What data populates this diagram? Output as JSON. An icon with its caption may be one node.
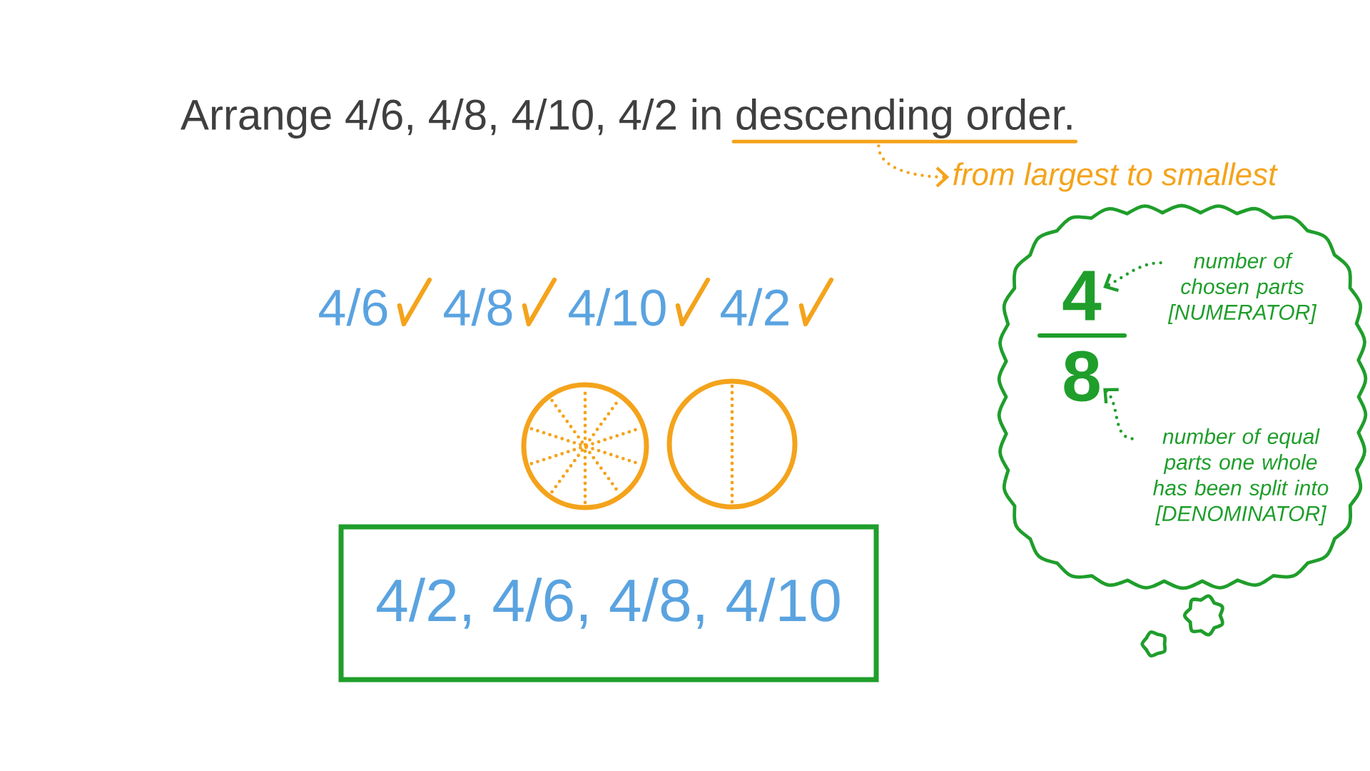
{
  "diagram": {
    "nodes": [
      {
        "text": [
          "Arrange 4/6, 4/8, 4/10, 4/2 in descending order."
        ]
      },
      {
        "text": [
          "from largest to smallest"
        ]
      },
      {
        "text": [],
        "shape": "cloud"
      },
      {
        "text": [
          "4"
        ],
        "in": 2
      },
      {
        "text": [
          "8"
        ],
        "in": 2
      },
      {
        "text": [
          "number of chosen parts [NUMERATOR]"
        ],
        "in": 2
      },
      {
        "text": [
          "number of equal parts one whole has been split into [DENOMINATOR]"
        ],
        "in": 2
      },
      {
        "text": [
          "4/2, 4/6, 4/8, 4/10"
        ]
      }
    ],
    "edges": [
      {
        "from": 0,
        "to": 1,
        "arrow": "to",
        "style": "dashed",
        "color": "#f4a31b"
      },
      {
        "from": 5,
        "to": 3,
        "arrow": "to",
        "style": "dashed"
      },
      {
        "from": 6,
        "to": 4,
        "arrow": "to",
        "style": "dashed"
      }
    ],
    "labels": [
      "4/6",
      "4/8",
      "4/10",
      "4/2"
    ]
  }
}
